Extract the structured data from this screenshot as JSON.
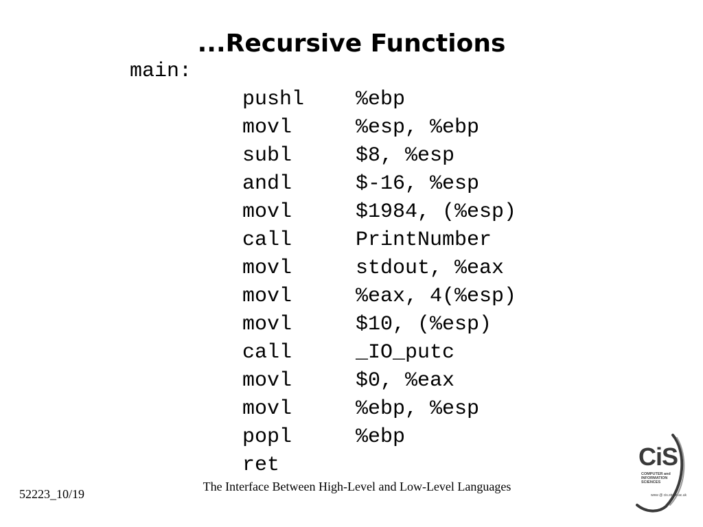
{
  "slide": {
    "title": "...Recursive Functions",
    "label": "main:",
    "code": [
      {
        "op": "pushl",
        "arg": "%ebp"
      },
      {
        "op": "movl",
        "arg": "%esp, %ebp"
      },
      {
        "op": "subl",
        "arg": "$8, %esp"
      },
      {
        "op": "andl",
        "arg": "$-16, %esp"
      },
      {
        "op": "movl",
        "arg": "$1984, (%esp)"
      },
      {
        "op": "call",
        "arg": "PrintNumber"
      },
      {
        "op": "movl",
        "arg": "stdout, %eax"
      },
      {
        "op": "movl",
        "arg": "%eax, 4(%esp)"
      },
      {
        "op": "movl",
        "arg": "$10, (%esp)"
      },
      {
        "op": "call",
        "arg": "_IO_putc"
      },
      {
        "op": "movl",
        "arg": "$0, %eax"
      },
      {
        "op": "movl",
        "arg": "%ebp, %esp"
      },
      {
        "op": "popl",
        "arg": "%ebp"
      },
      {
        "op": "ret",
        "arg": ""
      }
    ]
  },
  "footer": {
    "slide_number": "52223_10/19",
    "course_title": "The Interface Between High-Level and Low-Level Languages"
  },
  "logo": {
    "main": "CiS",
    "lines": [
      "COMPUTER and",
      "INFORMATION",
      "SCIENCES"
    ],
    "url": "www @ cis.strath.ac.uk",
    "color": "#3a3a3a"
  }
}
